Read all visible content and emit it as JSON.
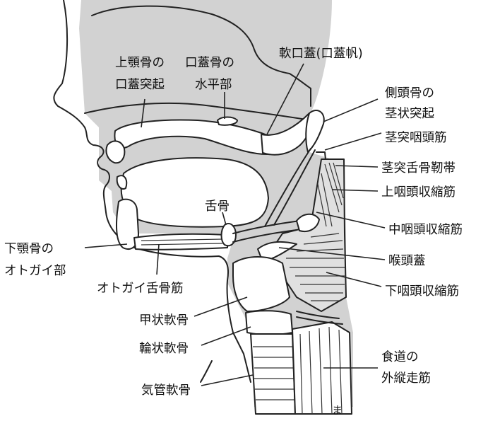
{
  "labels": {
    "maxilla_palatine_process": [
      "上顎骨の",
      "口蓋突起"
    ],
    "palatine_horizontal_plate": [
      "口蓋骨の",
      "水平部"
    ],
    "soft_palate": "軟口蓋(口蓋帆)",
    "styloid_process": [
      "側頭骨の",
      "茎状突起"
    ],
    "stylopharyngeus": "茎突咽頭筋",
    "stylohyoid_ligament": "茎突舌骨靭帯",
    "superior_constrictor": "上咽頭収縮筋",
    "hyoid": "舌骨",
    "middle_constrictor": "中咽頭収縮筋",
    "mandible_chin": [
      "下顎骨の",
      "オトガイ部"
    ],
    "epiglottis": "喉頭蓋",
    "geniohyoid": "オトガイ舌骨筋",
    "inferior_constrictor": "下咽頭収縮筋",
    "thyroid_cartilage": "甲状軟骨",
    "cricoid_cartilage": "輪状軟骨",
    "esophagus_muscle": [
      "食道の",
      "外縦走筋"
    ],
    "tracheal_cartilage": "気管軟骨",
    "signature": "ま"
  },
  "colors": {
    "background_gray": "#d2d2d2",
    "ink": "#222222"
  }
}
